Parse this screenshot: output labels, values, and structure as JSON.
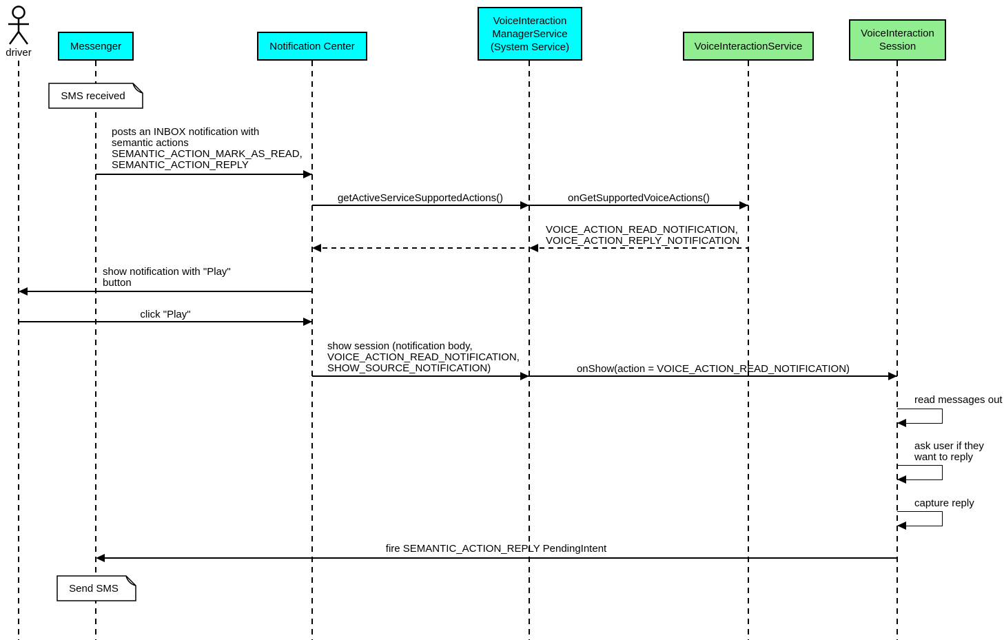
{
  "diagram": {
    "actor": {
      "name": "driver"
    },
    "participants": [
      {
        "id": "messenger",
        "lines": [
          "Messenger"
        ],
        "fill": "#00ffff"
      },
      {
        "id": "notification-center",
        "lines": [
          "Notification Center"
        ],
        "fill": "#00ffff"
      },
      {
        "id": "voice-interaction-manager-service",
        "lines": [
          "VoiceInteraction",
          "ManagerService",
          "(System Service)"
        ],
        "fill": "#00ffff"
      },
      {
        "id": "voice-interaction-service",
        "lines": [
          "VoiceInteractionService"
        ],
        "fill": "#90ee90"
      },
      {
        "id": "voice-interaction-session",
        "lines": [
          "VoiceInteraction",
          "Session"
        ],
        "fill": "#90ee90"
      }
    ],
    "notes": [
      {
        "text": "SMS received"
      },
      {
        "text": "Send SMS"
      }
    ],
    "messages": [
      {
        "from": "Messenger",
        "to": "Notification Center",
        "kind": "solid",
        "lines": [
          "posts an INBOX notification with",
          "semantic actions",
          "SEMANTIC_ACTION_MARK_AS_READ,",
          "SEMANTIC_ACTION_REPLY"
        ]
      },
      {
        "from": "Notification Center",
        "to": "VoiceInteraction ManagerService",
        "kind": "solid",
        "lines": [
          "getActiveServiceSupportedActions()"
        ]
      },
      {
        "from": "VoiceInteraction ManagerService",
        "to": "VoiceInteractionService",
        "kind": "solid",
        "lines": [
          "onGetSupportedVoiceActions()"
        ]
      },
      {
        "from": "VoiceInteractionService",
        "to": "VoiceInteraction ManagerService",
        "kind": "dashed-return",
        "lines": [
          "VOICE_ACTION_READ_NOTIFICATION,",
          "VOICE_ACTION_REPLY_NOTIFICATION"
        ]
      },
      {
        "from": "VoiceInteraction ManagerService",
        "to": "Notification Center",
        "kind": "dashed-return",
        "lines": []
      },
      {
        "from": "Notification Center",
        "to": "driver",
        "kind": "solid",
        "lines": [
          "show notification with \"Play\"",
          "button"
        ]
      },
      {
        "from": "driver",
        "to": "Notification Center",
        "kind": "solid",
        "lines": [
          "click \"Play\""
        ]
      },
      {
        "from": "Notification Center",
        "to": "VoiceInteraction ManagerService",
        "kind": "solid",
        "lines": [
          "show session (notification body,",
          "VOICE_ACTION_READ_NOTIFICATION,",
          "SHOW_SOURCE_NOTIFICATION)"
        ]
      },
      {
        "from": "VoiceInteraction ManagerService",
        "to": "VoiceInteraction Session",
        "kind": "solid",
        "lines": [
          "onShow(action = VOICE_ACTION_READ_NOTIFICATION)"
        ]
      },
      {
        "from": "VoiceInteraction Session",
        "to": "VoiceInteraction Session",
        "kind": "self",
        "lines": [
          "read messages out"
        ]
      },
      {
        "from": "VoiceInteraction Session",
        "to": "VoiceInteraction Session",
        "kind": "self",
        "lines": [
          "ask user if they",
          "want to reply"
        ]
      },
      {
        "from": "VoiceInteraction Session",
        "to": "VoiceInteraction Session",
        "kind": "self",
        "lines": [
          "capture reply"
        ]
      },
      {
        "from": "VoiceInteraction Session",
        "to": "Messenger",
        "kind": "solid",
        "lines": [
          "fire SEMANTIC_ACTION_REPLY PendingIntent"
        ]
      }
    ],
    "colors": {
      "participant_cyan": "#00ffff",
      "participant_green": "#90ee90",
      "line": "#000000",
      "note_fill": "#ffffff",
      "background": "#ffffff"
    }
  }
}
